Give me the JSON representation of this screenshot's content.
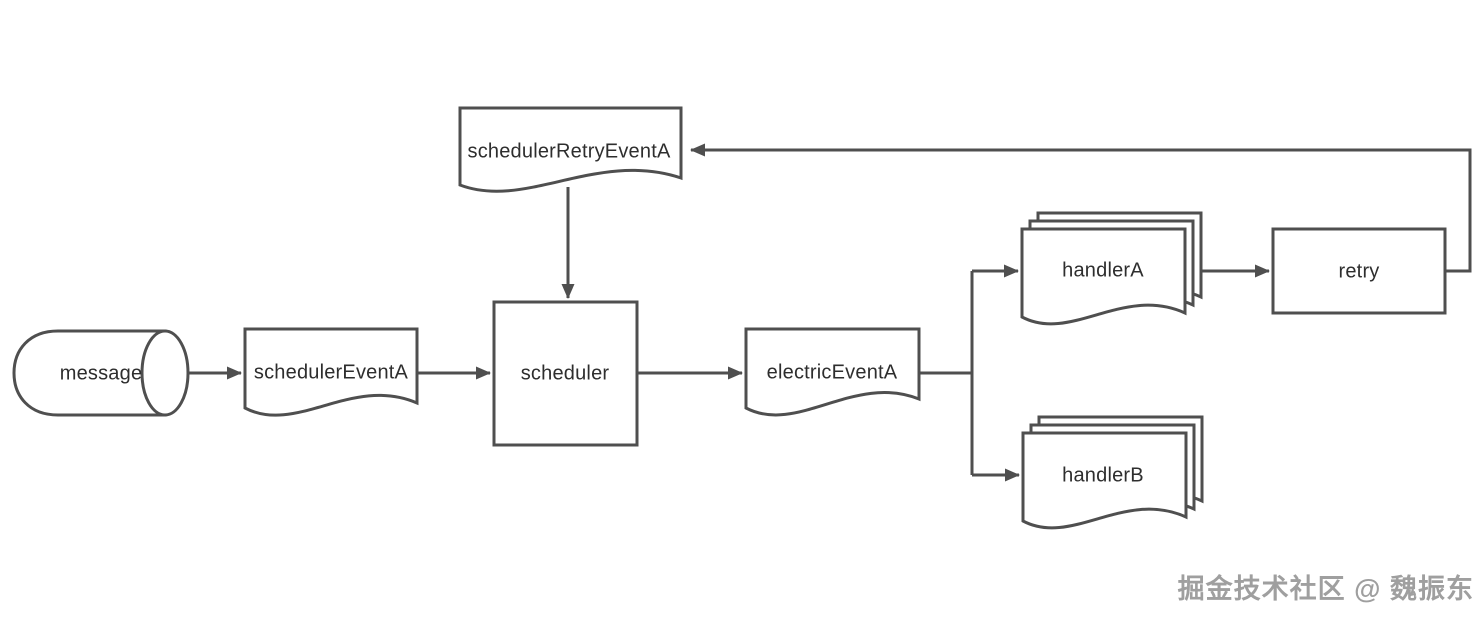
{
  "diagram": {
    "nodes": {
      "message": {
        "label": "message",
        "shape": "cylinder"
      },
      "schedulerEventA": {
        "label": "schedulerEventA",
        "shape": "document"
      },
      "scheduler": {
        "label": "scheduler",
        "shape": "rectangle"
      },
      "electricEventA": {
        "label": "electricEventA",
        "shape": "document"
      },
      "handlerA": {
        "label": "handlerA",
        "shape": "multi-document"
      },
      "handlerB": {
        "label": "handlerB",
        "shape": "multi-document"
      },
      "retry": {
        "label": "retry",
        "shape": "rectangle"
      },
      "schedulerRetryEventA": {
        "label": "schedulerRetryEventA",
        "shape": "document"
      }
    },
    "edges": [
      {
        "from": "message",
        "to": "schedulerEventA"
      },
      {
        "from": "schedulerEventA",
        "to": "scheduler"
      },
      {
        "from": "scheduler",
        "to": "electricEventA"
      },
      {
        "from": "electricEventA",
        "to": "handlerA"
      },
      {
        "from": "electricEventA",
        "to": "handlerB"
      },
      {
        "from": "handlerA",
        "to": "retry"
      },
      {
        "from": "retry",
        "to": "schedulerRetryEventA"
      },
      {
        "from": "schedulerRetryEventA",
        "to": "scheduler"
      }
    ],
    "colors": {
      "stroke": "#4f4f4f",
      "text": "#2e2e2e",
      "background": "#ffffff",
      "watermark": "#8f8f8f"
    }
  },
  "watermark": {
    "text": "掘金技术社区 @ 魏振东"
  }
}
